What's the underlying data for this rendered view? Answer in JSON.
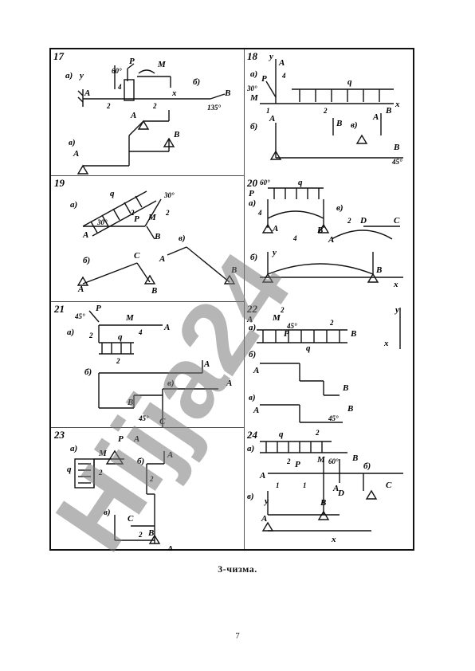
{
  "problems": [
    {
      "number": "17",
      "labels": {
        "va": "a)",
        "vb": "б)",
        "vv": "в)",
        "P": "P",
        "M": "M",
        "A1": "A",
        "A2": "A",
        "A3": "A",
        "B1": "B",
        "B2": "B",
        "y": "y",
        "x": "x",
        "ang1": "60°",
        "ang2": "135°",
        "d1": "2",
        "d2": "2",
        "d3": "4"
      }
    },
    {
      "number": "18",
      "labels": {
        "va": "a)",
        "vb": "б)",
        "vv": "в)",
        "P": "P",
        "M": "M",
        "q": "q",
        "A1": "A",
        "A2": "A",
        "A3": "A",
        "B1": "B",
        "B2": "B",
        "B3": "B",
        "y": "y",
        "x": "x",
        "ang1": "30°",
        "ang2": "45°",
        "d1": "1",
        "d2": "2",
        "d3": "4"
      }
    },
    {
      "number": "19",
      "labels": {
        "va": "a)",
        "vb": "б)",
        "vv": "в)",
        "P": "P",
        "M": "M",
        "q": "q",
        "A1": "A",
        "A2": "A",
        "A3": "A",
        "B1": "B",
        "B2": "B",
        "B3": "B",
        "C": "C",
        "ang1": "30°",
        "ang2": "30°",
        "d1": "2",
        "d2": "2"
      }
    },
    {
      "number": "20",
      "labels": {
        "va": "a)",
        "vb": "б)",
        "vv": "в)",
        "P": "P",
        "q": "q",
        "A1": "A",
        "A2": "A",
        "B1": "B",
        "B2": "B",
        "C": "C",
        "D": "D",
        "y": "y",
        "x": "x",
        "ang1": "60°",
        "d1": "4",
        "d2": "4",
        "d3": "2"
      }
    },
    {
      "number": "21",
      "labels": {
        "va": "a)",
        "vb": "б)",
        "vv": "в)",
        "P": "P",
        "M": "M",
        "q": "q",
        "A1": "A",
        "A2": "A",
        "A3": "A",
        "B": "B",
        "C": "C",
        "ang1": "45°",
        "ang2": "45°",
        "d1": "4",
        "d2": "2",
        "d3": "2"
      }
    },
    {
      "number": "22",
      "labels": {
        "va": "a)",
        "vb": "б)",
        "vv": "в)",
        "P": "P",
        "M": "M",
        "q": "q",
        "A1": "A",
        "A2": "A",
        "A3": "A",
        "B1": "B",
        "B2": "B",
        "B3": "B",
        "y": "y",
        "x": "x",
        "ang1": "45°",
        "ang2": "45°",
        "d1": "2",
        "d2": "2"
      }
    },
    {
      "number": "23",
      "labels": {
        "va": "a)",
        "vb": "б)",
        "vv": "в)",
        "P": "P",
        "M": "M",
        "q": "q",
        "A1": "A",
        "A2": "A",
        "A3": "A",
        "B": "B",
        "C": "C",
        "d1": "2",
        "d2": "2",
        "d3": "2"
      }
    },
    {
      "number": "24",
      "labels": {
        "va": "a)",
        "vb": "б)",
        "vv": "в)",
        "P": "P",
        "M": "M",
        "q": "q",
        "A1": "A",
        "A2": "A",
        "A3": "A",
        "B1": "B",
        "B2": "B",
        "C": "C",
        "D": "D",
        "y": "y",
        "x": "x",
        "ang1": "60°",
        "d1": "2",
        "d2": "2",
        "d3": "1",
        "d4": "1"
      }
    }
  ],
  "caption": "3-чизма.",
  "page_number": "7",
  "watermark": "Hijja24"
}
